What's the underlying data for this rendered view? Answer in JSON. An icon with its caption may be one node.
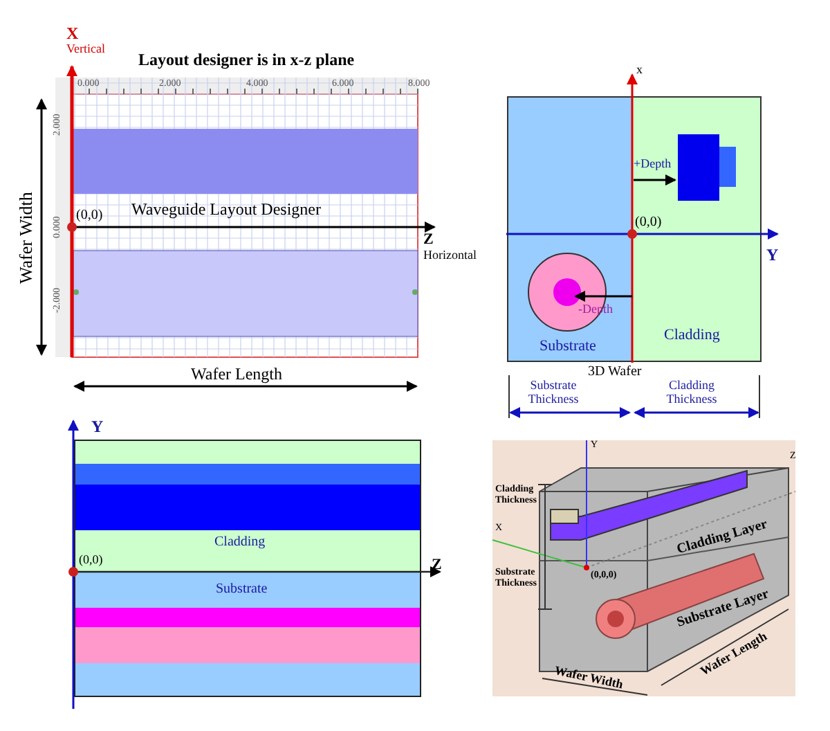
{
  "diagram": {
    "labels": [
      "X",
      "Vertical",
      "Layout designer is in x-z plane",
      "0.000",
      "2.000",
      "4.000",
      "6.000",
      "8.000",
      "2.000",
      "0.000",
      "-2.000",
      "Wafer Width",
      "(0,0)",
      "Waveguide Layout Designer",
      "Z",
      "Horizontal",
      "Wafer Length",
      "x",
      "+Depth",
      "(0,0)",
      "Y",
      "-Depth",
      "Substrate",
      "Cladding",
      "3D Wafer",
      "Substrate Thickness",
      "Cladding Thickness",
      "Y",
      "Cladding",
      "(0,0)",
      "Z",
      "Substrate",
      "Y",
      "Z",
      "Cladding Thickness",
      "X",
      "Substrate Thickness",
      "(0,0,0)",
      "Cladding Layer",
      "Substrate Layer",
      "Wafer Width",
      "Wafer Length"
    ]
  }
}
